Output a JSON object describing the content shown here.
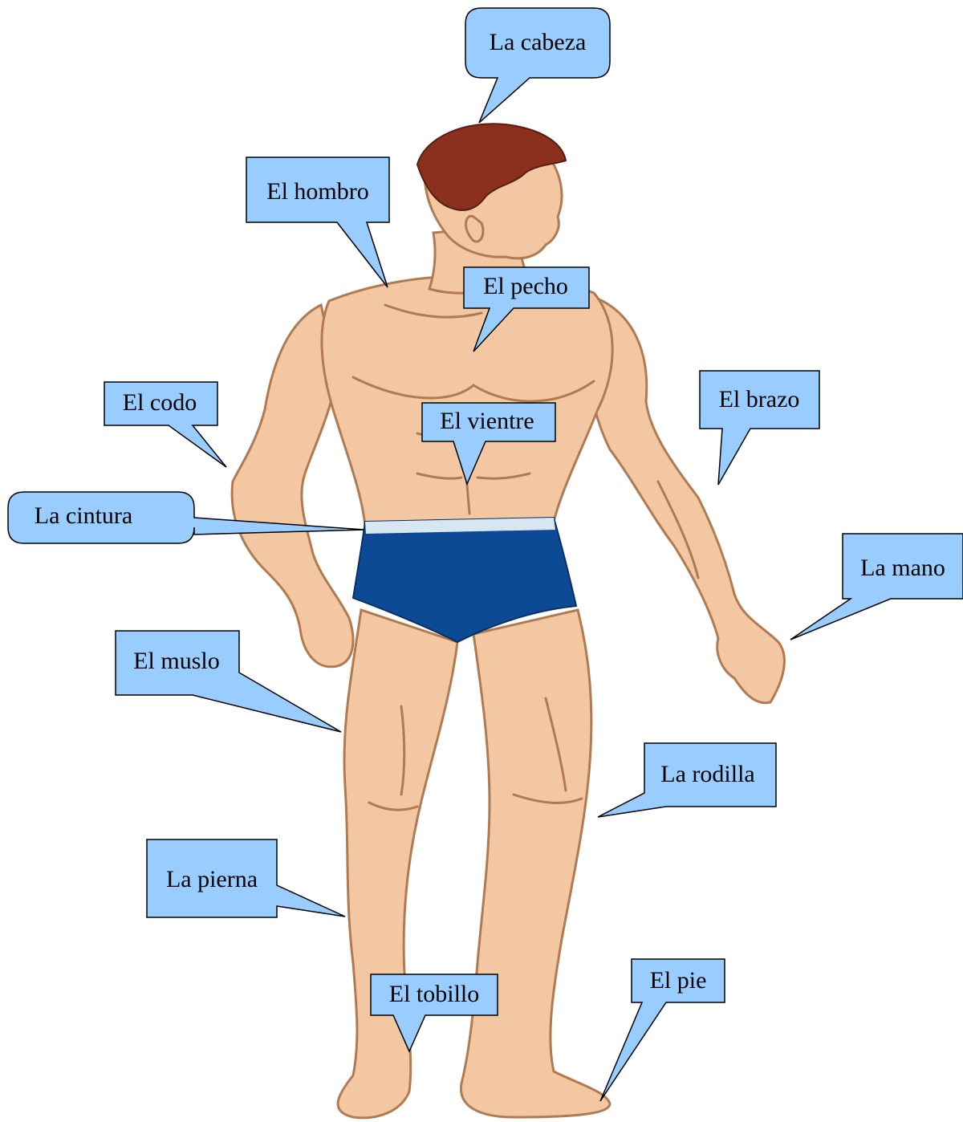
{
  "colors": {
    "bubble_fill": "#99ccff",
    "skin": "#f3c7a1",
    "skin_outline": "#b07b52",
    "hair": "#8b2f1f",
    "briefs": "#0d4a96",
    "background": "#ffffff"
  },
  "figure": {
    "icon": "human-body-figure"
  },
  "labels": {
    "cabeza": "La cabeza",
    "hombro": "El hombro",
    "pecho": "El pecho",
    "codo": "El codo",
    "brazo": "El brazo",
    "vientre": "El vientre",
    "cintura": "La cintura",
    "mano": "La mano",
    "muslo": "El muslo",
    "rodilla": "La rodilla",
    "pierna": "La pierna",
    "tobillo": "El tobillo",
    "pie": "El pie"
  }
}
